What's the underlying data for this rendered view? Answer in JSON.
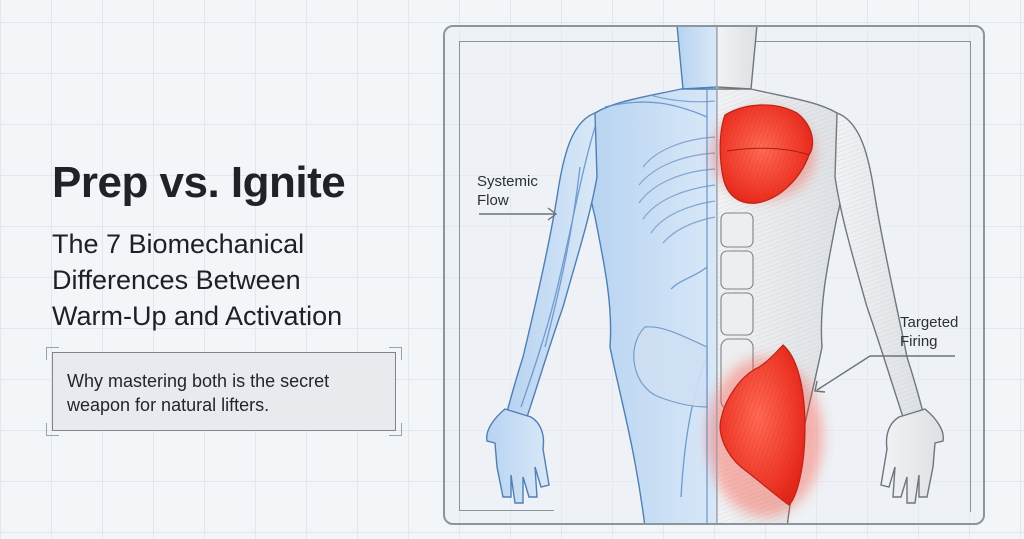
{
  "hero": {
    "title": "Prep vs. Ignite",
    "subtitle_lines": [
      "The 7 Biomechanical",
      "Differences Between",
      "Warm-Up and Activation"
    ],
    "tagline_lines": [
      "Why mastering both is the secret",
      "weapon for natural lifters."
    ]
  },
  "illustration": {
    "description": "Split human anatomy figure: left half blue translucent circulatory/skeletal view, right half grey muscle fiber view with highlighted pectoral and glute muscles in red",
    "labels": {
      "left": [
        "Systemic",
        "Flow"
      ],
      "right": [
        "Targeted",
        "Firing"
      ]
    },
    "colors": {
      "systemic_blue": "#8fb8e6",
      "systemic_outline": "#4f7fb3",
      "muscle_grey": "#e6e8eb",
      "muscle_outline": "#6e757c",
      "activation_red": "#f03a2a"
    }
  },
  "theme": {
    "background": "#f3f6f9",
    "grid_line": "#e3e7ec",
    "frame": "#8c949c",
    "text": "#1f2328"
  }
}
